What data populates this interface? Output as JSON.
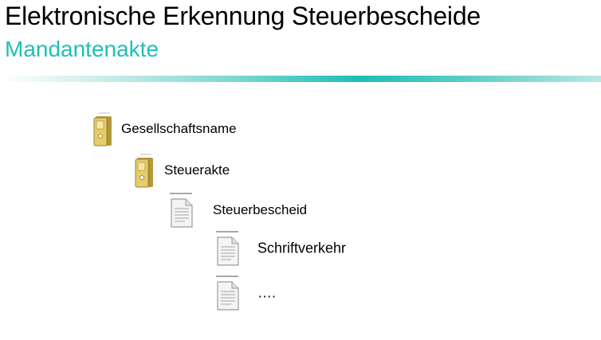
{
  "header": {
    "title": "Elektronische Erkennung Steuerbescheide",
    "subtitle": "Mandantenakte"
  },
  "colors": {
    "accent": "#1fbfb8",
    "folder": "#d4b450",
    "document": "#9c9c9c"
  },
  "tree": {
    "items": [
      {
        "label": "Gesellschaftsname",
        "icon": "binder-folder-icon"
      },
      {
        "label": "Steuerakte",
        "icon": "binder-folder-icon"
      },
      {
        "label": "Steuerbescheid",
        "icon": "document-icon"
      },
      {
        "label": "Schriftverkehr",
        "icon": "document-icon"
      },
      {
        "label": "….",
        "icon": "document-icon"
      }
    ]
  }
}
